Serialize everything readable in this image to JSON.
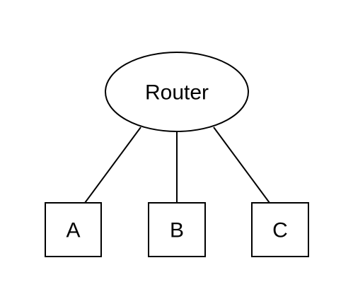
{
  "diagram": {
    "root": {
      "label": "Router",
      "shape": "ellipse"
    },
    "children": [
      {
        "label": "A",
        "shape": "square"
      },
      {
        "label": "B",
        "shape": "square"
      },
      {
        "label": "C",
        "shape": "square"
      }
    ],
    "stroke_color": "#000000",
    "fill_color": "#ffffff"
  }
}
